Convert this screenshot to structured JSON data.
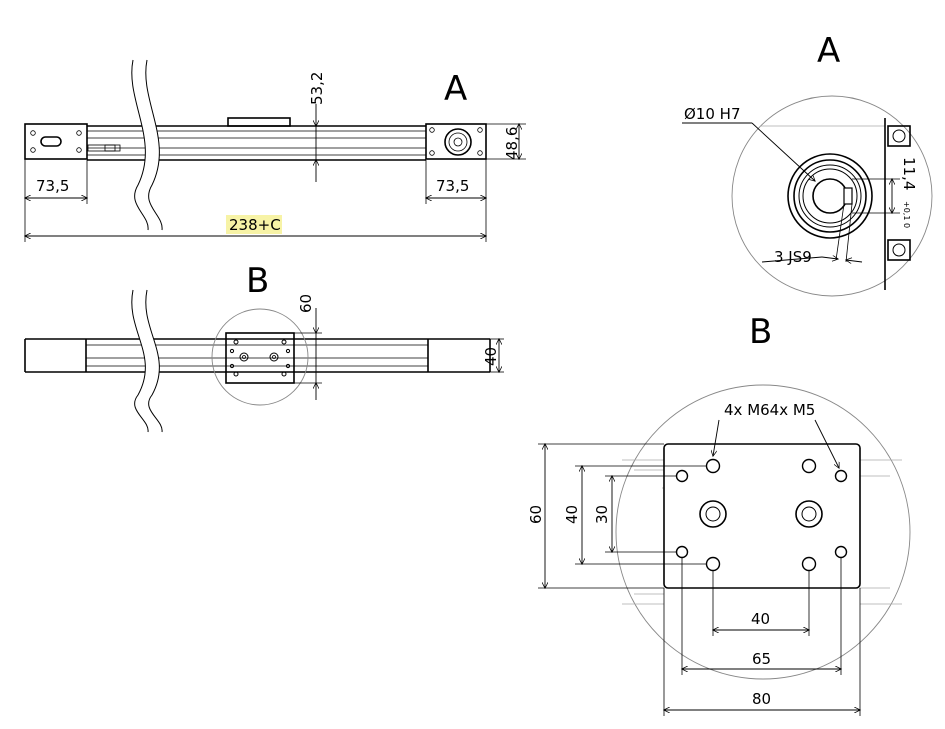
{
  "detail_labels": {
    "a": "A",
    "b": "B"
  },
  "main_view": {
    "height_dim": "53,2",
    "section_height_dim": "48,6",
    "left_end_dim": "73,5",
    "right_end_dim": "73,5",
    "total_length_dim": "238+C",
    "highlight_color": "#f7f3a6"
  },
  "bottom_view": {
    "carriage_dim": "60",
    "profile_height_dim": "40"
  },
  "detail_a": {
    "bore_dim": "Ø10 H7",
    "keyway_depth_dim": "11,4",
    "keyway_tolerance": "+0,1 0",
    "keyway_width_dim": "3 JS9"
  },
  "detail_b": {
    "thread_callout": "4x M64x M5",
    "dim_height_60": "60",
    "dim_height_40": "40",
    "dim_height_30": "30",
    "dim_width_40": "40",
    "dim_width_65": "65",
    "dim_width_80": "80"
  }
}
